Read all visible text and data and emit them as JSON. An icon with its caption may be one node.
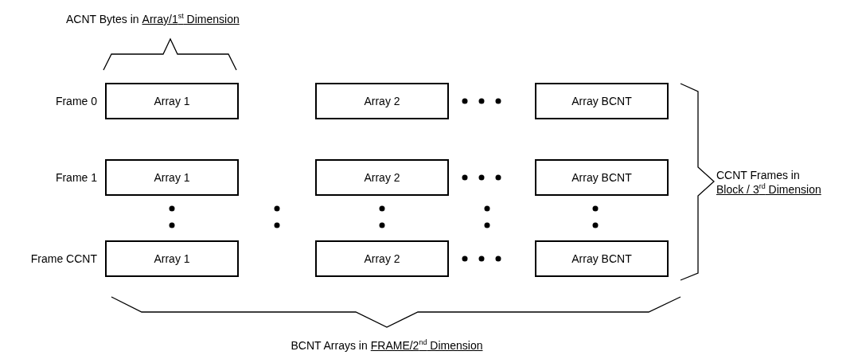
{
  "diagram": {
    "nodes": [
      {
        "text": [
          "Array 1"
        ]
      },
      {
        "text": [
          "Array 2"
        ]
      },
      {
        "text": [
          "Array BCNT"
        ]
      },
      {
        "text": [
          "Array 1"
        ]
      },
      {
        "text": [
          "Array 2"
        ]
      },
      {
        "text": [
          "Array BCNT"
        ]
      },
      {
        "text": [
          "Array 1"
        ]
      },
      {
        "text": [
          "Array 2"
        ]
      },
      {
        "text": [
          "Array BCNT"
        ]
      }
    ],
    "labels": [
      "ACNT Bytes in",
      "Array/1$^{st}$ Dimension",
      "Frame 0",
      "Frame 1",
      "CCNT Frames in",
      "Block / 3$^{rd}$ Dimension",
      "Frame CCNT",
      "BCNT Arrays in",
      "FRAME/2$^{nd}$ Dimension"
    ]
  }
}
